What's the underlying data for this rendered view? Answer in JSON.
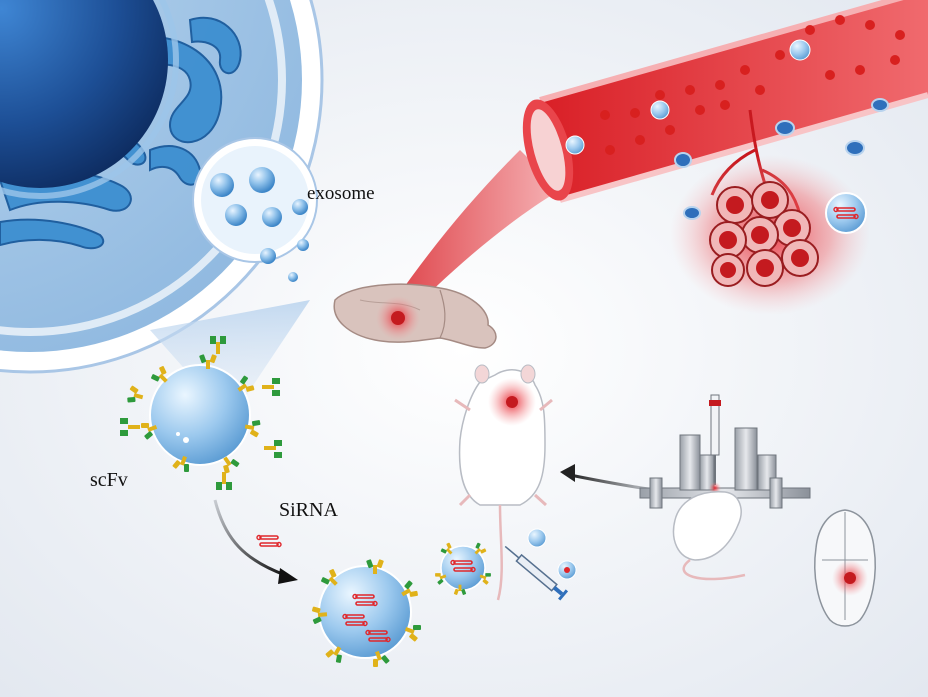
{
  "labels": {
    "exosome": "exosome",
    "scfv": "scFv",
    "sirna": "SiRNA"
  },
  "colors": {
    "background": "#eef1f6",
    "cell_blue": "#1e5fa8",
    "vessel_red": "#e0262b",
    "tumor_red": "#c41a1f",
    "antibody_green": "#2e9a3c",
    "antibody_yellow": "#e0b21a"
  },
  "icons": [
    "cell-nucleus-icon",
    "mitochondria-icon",
    "exosome-vesicle-icon",
    "blood-vessel-icon",
    "tumor-cluster-icon",
    "brain-icon",
    "mouse-icon",
    "syringe-icon",
    "stereotaxic-frame-icon",
    "mouse-skull-icon"
  ]
}
